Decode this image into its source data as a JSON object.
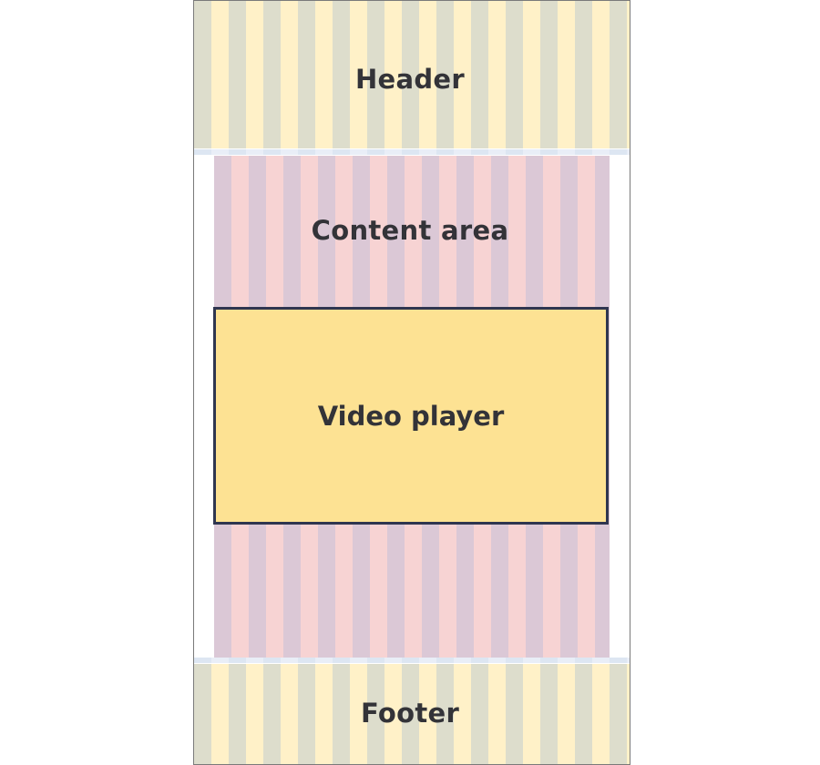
{
  "layout": {
    "header_label": "Header",
    "content_label": "Content area",
    "video_label": "Video player",
    "footer_label": "Footer"
  },
  "colors": {
    "column_dark": "#ddddcc",
    "column_light": "#fff1c8",
    "content_dark": "#dbc8d6",
    "content_light": "#f7d3d3",
    "video_fill": "#fde293",
    "video_border": "#2f3650",
    "text": "#333338"
  }
}
